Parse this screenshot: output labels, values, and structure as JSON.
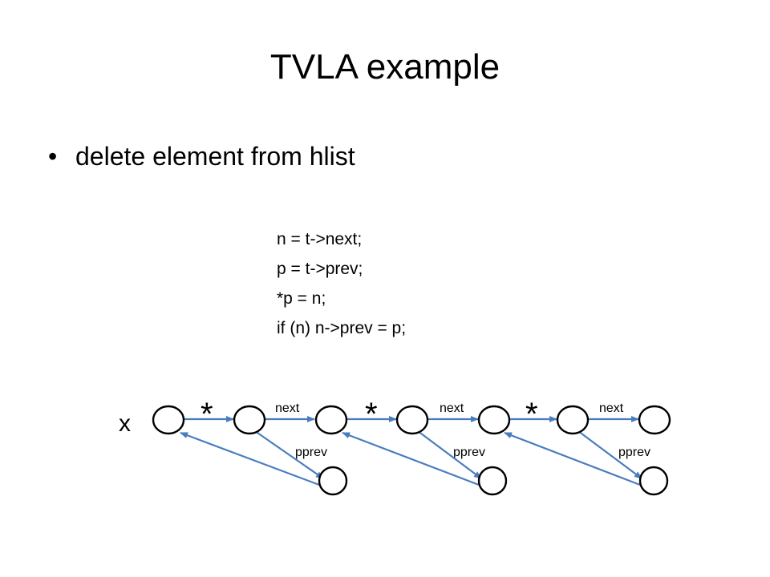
{
  "slide": {
    "title": "TVLA example",
    "bullets": [
      "delete element from hlist"
    ],
    "code": [
      "n = t->next;",
      "p = t->prev;",
      "*p = n;",
      "if (n) n->prev = p;"
    ]
  },
  "diagram": {
    "variable_label": "x",
    "summary_marker": "*",
    "edge_labels": {
      "next": "next",
      "pprev": "pprev"
    },
    "segments": 3,
    "edge_color": "#4a7dbd",
    "node_stroke": "#000000"
  }
}
